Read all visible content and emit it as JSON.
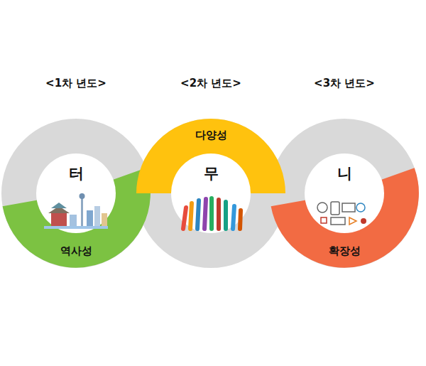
{
  "diagram": {
    "nodes": [
      {
        "text": [
          "<1차 년도>",
          "역사성"
        ]
      },
      {
        "text": [
          "터"
        ],
        "in": 0
      },
      {
        "text": [
          "<2차 년도>",
          "다양성"
        ]
      },
      {
        "text": [
          "무"
        ],
        "in": 2
      },
      {
        "text": [
          "<3차 년도>",
          "확장성"
        ]
      },
      {
        "text": [
          "니"
        ],
        "in": 4
      }
    ]
  }
}
